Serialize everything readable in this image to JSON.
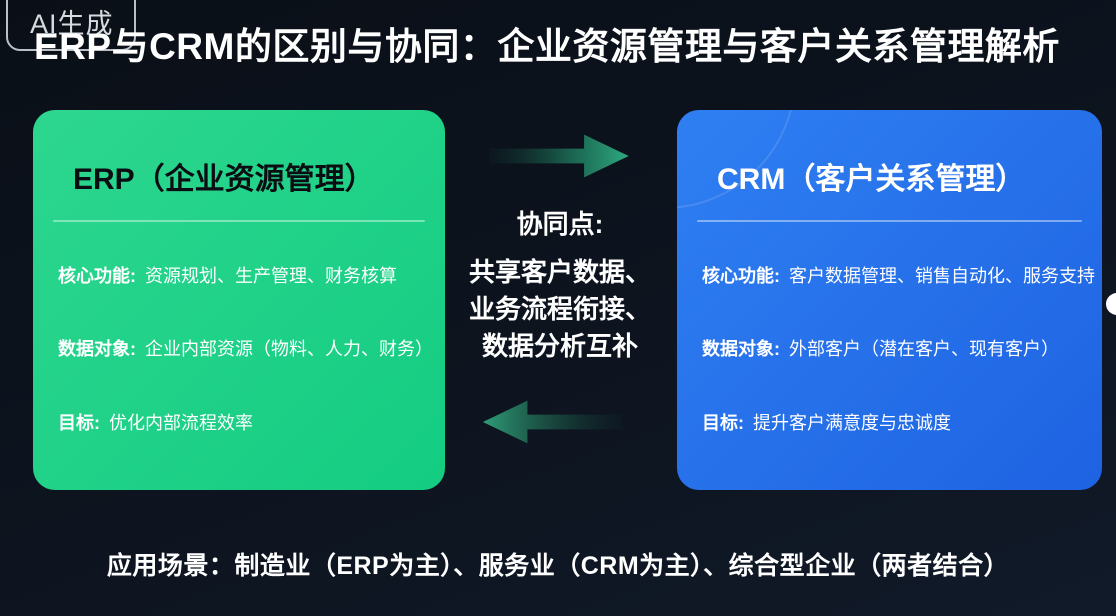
{
  "colors": {
    "background": "#0d141f",
    "erp_start": "#2dd68f",
    "erp_end": "#14cd82",
    "crm_start": "#2f7ff2",
    "crm_end": "#1e63e2",
    "arrow_bright": "#2dab80",
    "arrow_dark": "#123430",
    "erp_title": "#0a0e13",
    "text_white": "#ffffff"
  },
  "badge": {
    "label": "AI生成"
  },
  "title": "ERP与CRM的区别与协同：企业资源管理与客户关系管理解析",
  "erp_card": {
    "title": "ERP（企业资源管理）",
    "rows": [
      {
        "label": "核心功能:",
        "value": "资源规划、生产管理、财务核算"
      },
      {
        "label": "数据对象:",
        "value": "企业内部资源（物料、人力、财务）"
      },
      {
        "label": "目标:",
        "value": "优化内部流程效率"
      }
    ]
  },
  "crm_card": {
    "title": "CRM（客户关系管理）",
    "rows": [
      {
        "label": "核心功能:",
        "value": "客户数据管理、销售自动化、服务支持"
      },
      {
        "label": "数据对象:",
        "value": "外部客户（潜在客户、现有客户）"
      },
      {
        "label": "目标:",
        "value": "提升客户满意度与忠诚度"
      }
    ]
  },
  "synergy": {
    "heading": "协同点:",
    "lines": [
      "共享客户数据、",
      "业务流程衔接、",
      "数据分析互补"
    ]
  },
  "footer": "应用场景：制造业（ERP为主）、服务业（CRM为主）、综合型企业（两者结合）"
}
